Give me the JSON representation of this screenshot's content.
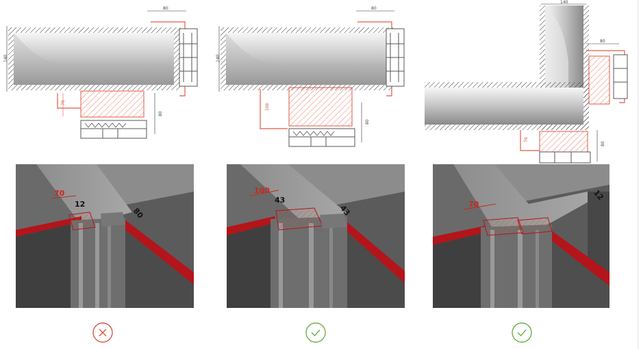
{
  "diagrams": [
    {
      "id": "option-1",
      "section_dims": {
        "top_width": "80",
        "left_height": "140",
        "insert_height": "70",
        "right_height": "80"
      },
      "render_dims": {
        "insert_width": "70",
        "gap": "12",
        "frame_width": "80"
      },
      "status": "incorrect"
    },
    {
      "id": "option-2",
      "section_dims": {
        "top_width": "80",
        "left_height": "140",
        "insert_height": "100",
        "right_height": "80"
      },
      "render_dims": {
        "insert_width": "100",
        "gap": "43",
        "frame_width": "43"
      },
      "status": "correct"
    },
    {
      "id": "option-3",
      "section_dims": {
        "top_width": "140",
        "side_width": "80",
        "insert_height": "70",
        "right_height": "80"
      },
      "render_dims": {
        "insert_width": "70",
        "frame_width": "12"
      },
      "status": "correct"
    }
  ],
  "colors": {
    "insert_red": "#d9442a",
    "frame_red": "#b3151b",
    "incorrect": "#d8564a",
    "correct": "#6cb043",
    "profile": "#555555"
  },
  "icons": {
    "incorrect": "x-circle-icon",
    "correct": "check-circle-icon"
  }
}
